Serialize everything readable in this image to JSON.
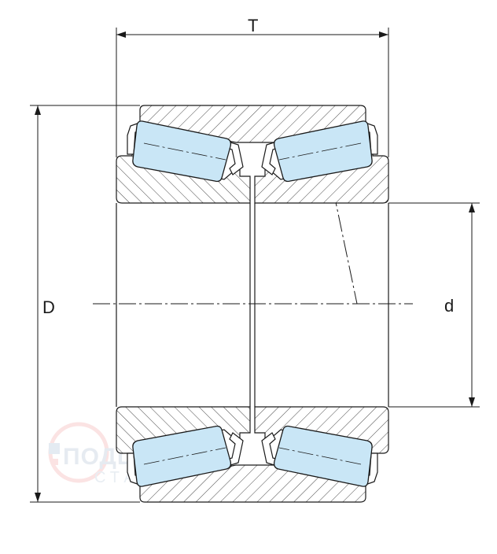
{
  "labels": {
    "T": "T",
    "D": "D",
    "d": "d"
  },
  "watermark": {
    "main": "ПОДШИПНИК",
    "sub": "СТАНДАРТ"
  },
  "colors": {
    "roller": "#c9e6f6",
    "line": "#1a1a1a",
    "hatch": "#333333"
  }
}
